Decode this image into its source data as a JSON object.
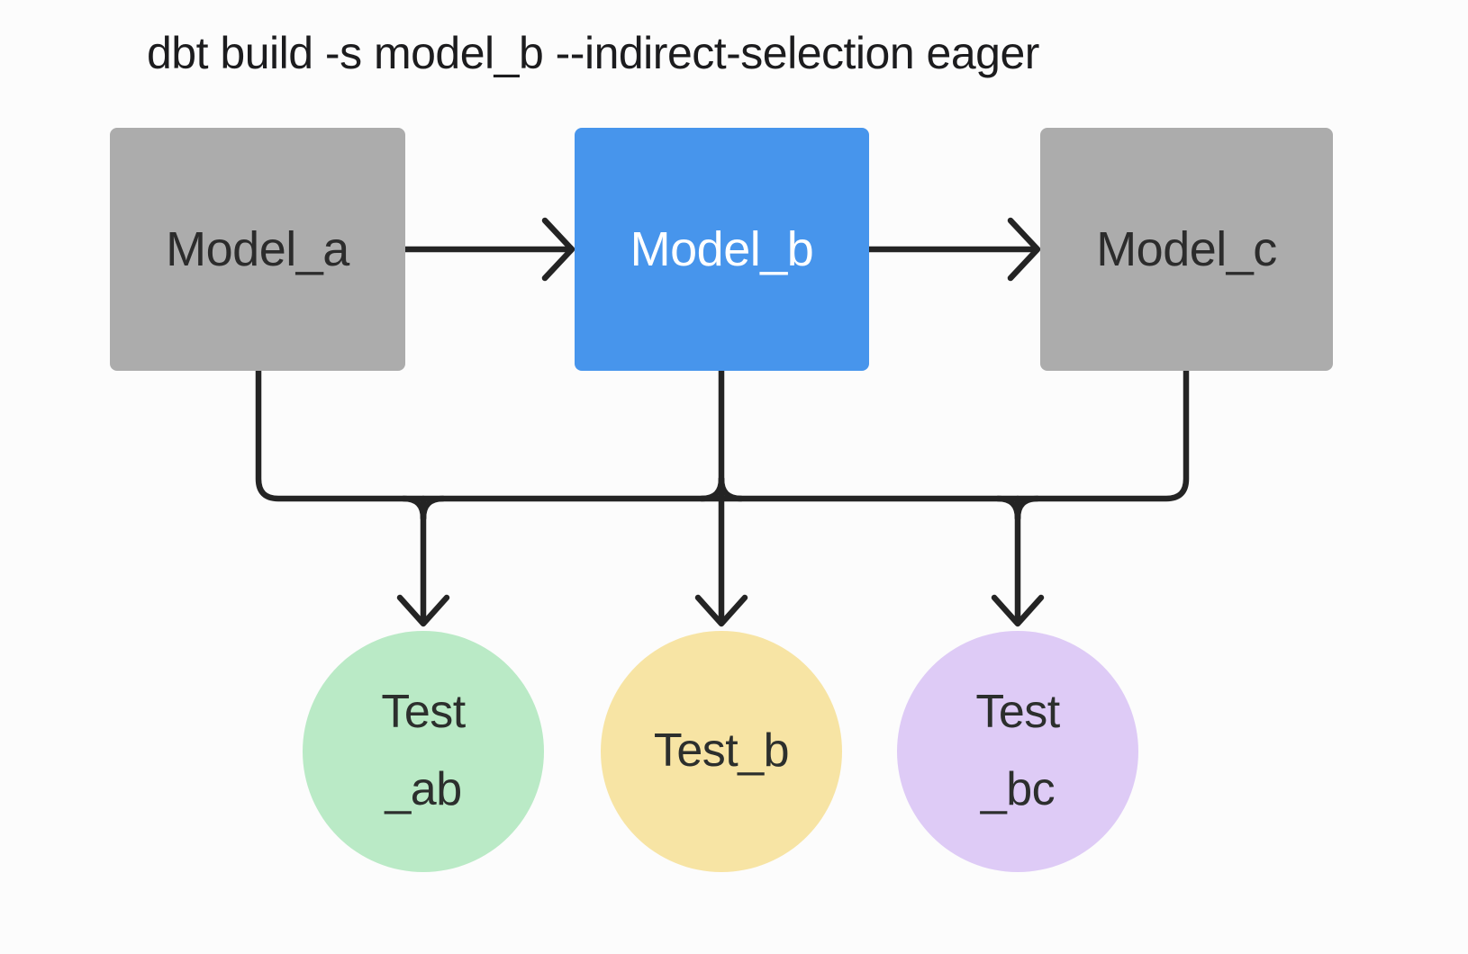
{
  "title": "dbt build -s model_b --indirect-selection eager",
  "diagram": {
    "edge_color": "#242424",
    "background_color": "#fcfcfc",
    "models": [
      {
        "id": "model_a",
        "label": "Model_a",
        "fill": "#acacac",
        "text_color": "#2c2c2c",
        "selected": false
      },
      {
        "id": "model_b",
        "label": "Model_b",
        "fill": "#4795ec",
        "text_color": "#ffffff",
        "selected": true
      },
      {
        "id": "model_c",
        "label": "Model_c",
        "fill": "#acacac",
        "text_color": "#2c2c2c",
        "selected": false
      }
    ],
    "tests": [
      {
        "id": "test_ab",
        "line1": "Test",
        "line2": "_ab",
        "fill": "#baeac6"
      },
      {
        "id": "test_b",
        "line1": "Test_b",
        "line2": "",
        "fill": "#f7e4a4"
      },
      {
        "id": "test_bc",
        "line1": "Test",
        "line2": "_bc",
        "fill": "#decbf6"
      }
    ],
    "edges": [
      {
        "from": "model_a",
        "to": "model_b"
      },
      {
        "from": "model_b",
        "to": "model_c"
      },
      {
        "from": "model_a",
        "to": "test_ab"
      },
      {
        "from": "model_b",
        "to": "test_ab"
      },
      {
        "from": "model_b",
        "to": "test_b"
      },
      {
        "from": "model_b",
        "to": "test_bc"
      },
      {
        "from": "model_c",
        "to": "test_bc"
      }
    ]
  }
}
